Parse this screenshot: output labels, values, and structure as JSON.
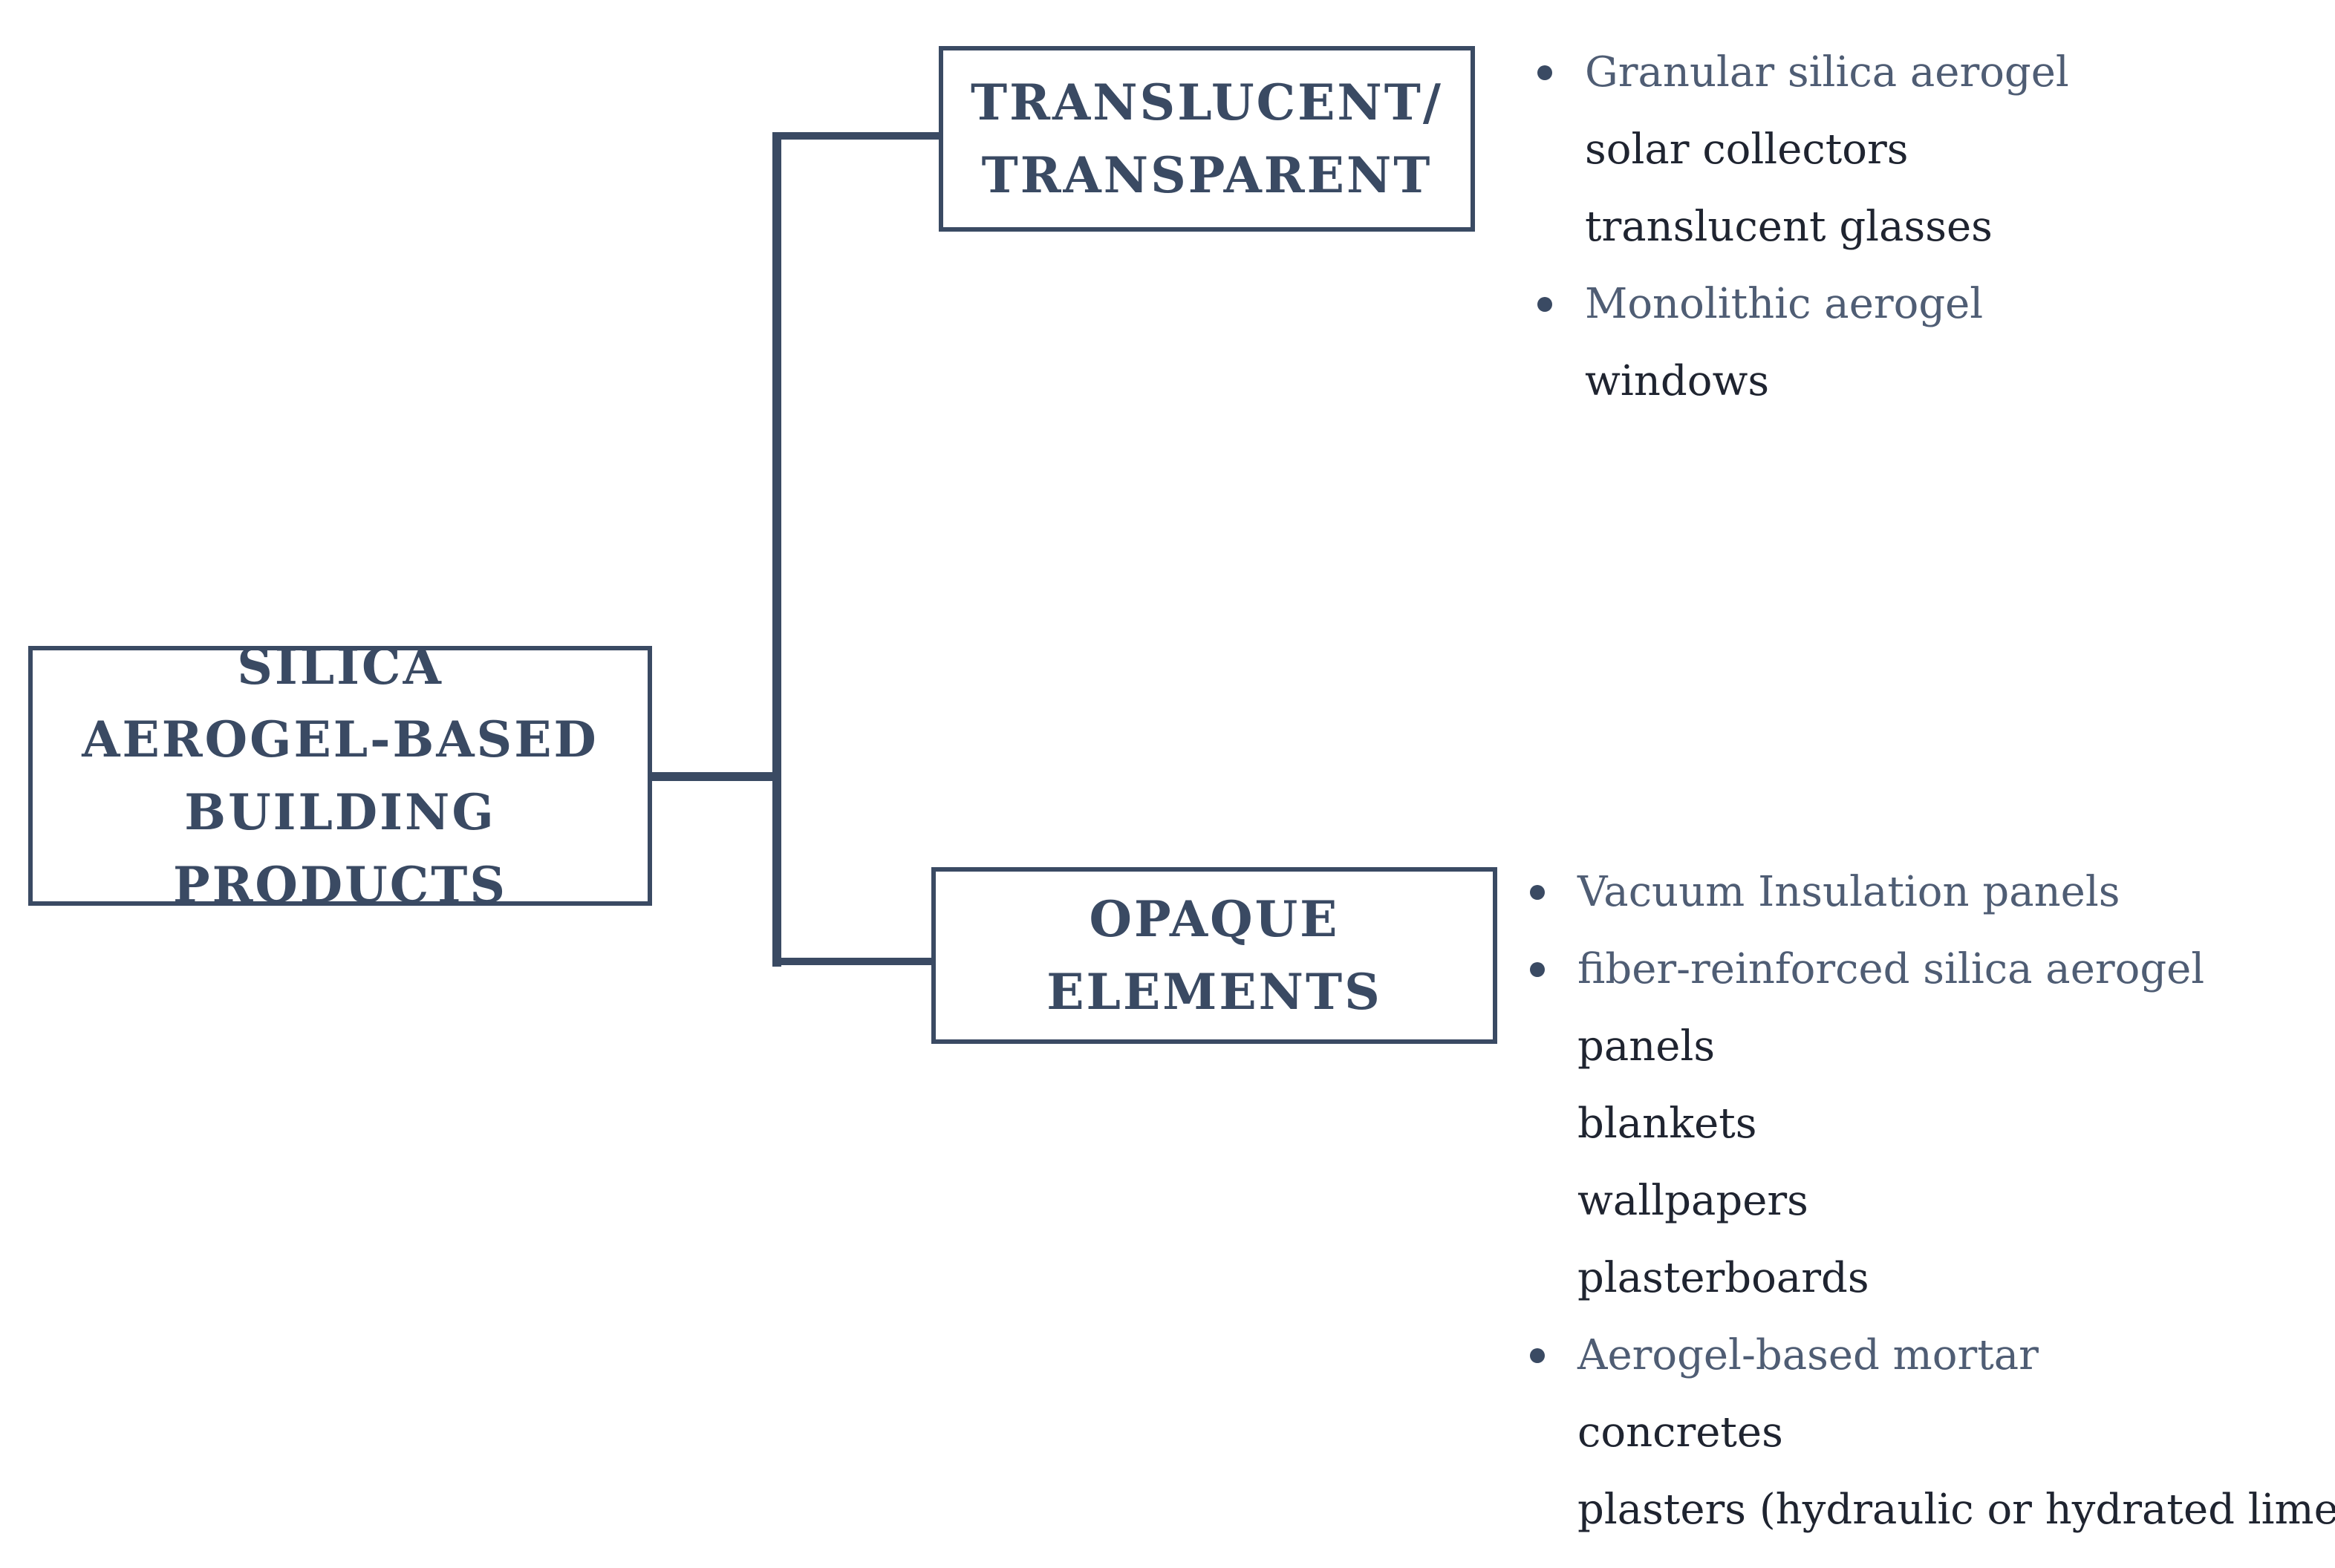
{
  "root": {
    "lines": [
      "SILICA",
      "AEROGEL-BASED",
      "BUILDING PRODUCTS"
    ]
  },
  "branches": [
    {
      "lines": [
        "TRANSLUCENT/",
        "TRANSPARENT"
      ],
      "items": [
        {
          "text": "Granular silica aerogel",
          "bullet": true
        },
        {
          "text": "solar collectors",
          "bullet": false
        },
        {
          "text": "translucent glasses",
          "bullet": false
        },
        {
          "text": "Monolithic aerogel",
          "bullet": true
        },
        {
          "text": "windows",
          "bullet": false
        }
      ]
    },
    {
      "lines": [
        "OPAQUE",
        "ELEMENTS"
      ],
      "items": [
        {
          "text": "Vacuum Insulation panels",
          "bullet": true
        },
        {
          "text": "fiber-reinforced silica aerogel",
          "bullet": true
        },
        {
          "text": "panels",
          "bullet": false
        },
        {
          "text": "blankets",
          "bullet": false
        },
        {
          "text": "wallpapers",
          "bullet": false
        },
        {
          "text": "plasterboards",
          "bullet": false
        },
        {
          "text": "Aerogel-based mortar",
          "bullet": true
        },
        {
          "text": "concretes",
          "bullet": false
        },
        {
          "text": "plasters (hydraulic or hydrated lime)",
          "bullet": false
        }
      ]
    }
  ],
  "colors": {
    "line": "#3a4a63",
    "bullet_text": "#4f5d74",
    "sub_text": "#1f2430"
  }
}
